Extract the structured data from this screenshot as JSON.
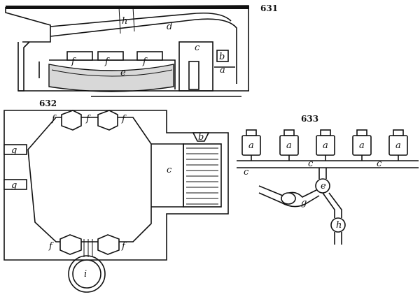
{
  "figures": {
    "fig631": {
      "number": "631",
      "labels": {
        "h": "h",
        "d": "d",
        "c": "c",
        "b": "b",
        "a": "a",
        "e": "e",
        "f1": "f",
        "f2": "f",
        "f3": "f"
      }
    },
    "fig632": {
      "number": "632",
      "labels": {
        "f_tl": "f",
        "f_tm": "f",
        "f_tr": "f",
        "g1": "g",
        "g2": "g",
        "c": "c",
        "b": "b",
        "f_bl": "f",
        "f_br": "f",
        "i": "i"
      }
    },
    "fig633": {
      "number": "633",
      "labels": {
        "a1": "a",
        "a2": "a",
        "a3": "a",
        "a4": "a",
        "a5": "a",
        "c1": "c",
        "c2": "c",
        "c3": "c",
        "e": "e",
        "g": "g",
        "h": "h"
      }
    }
  }
}
